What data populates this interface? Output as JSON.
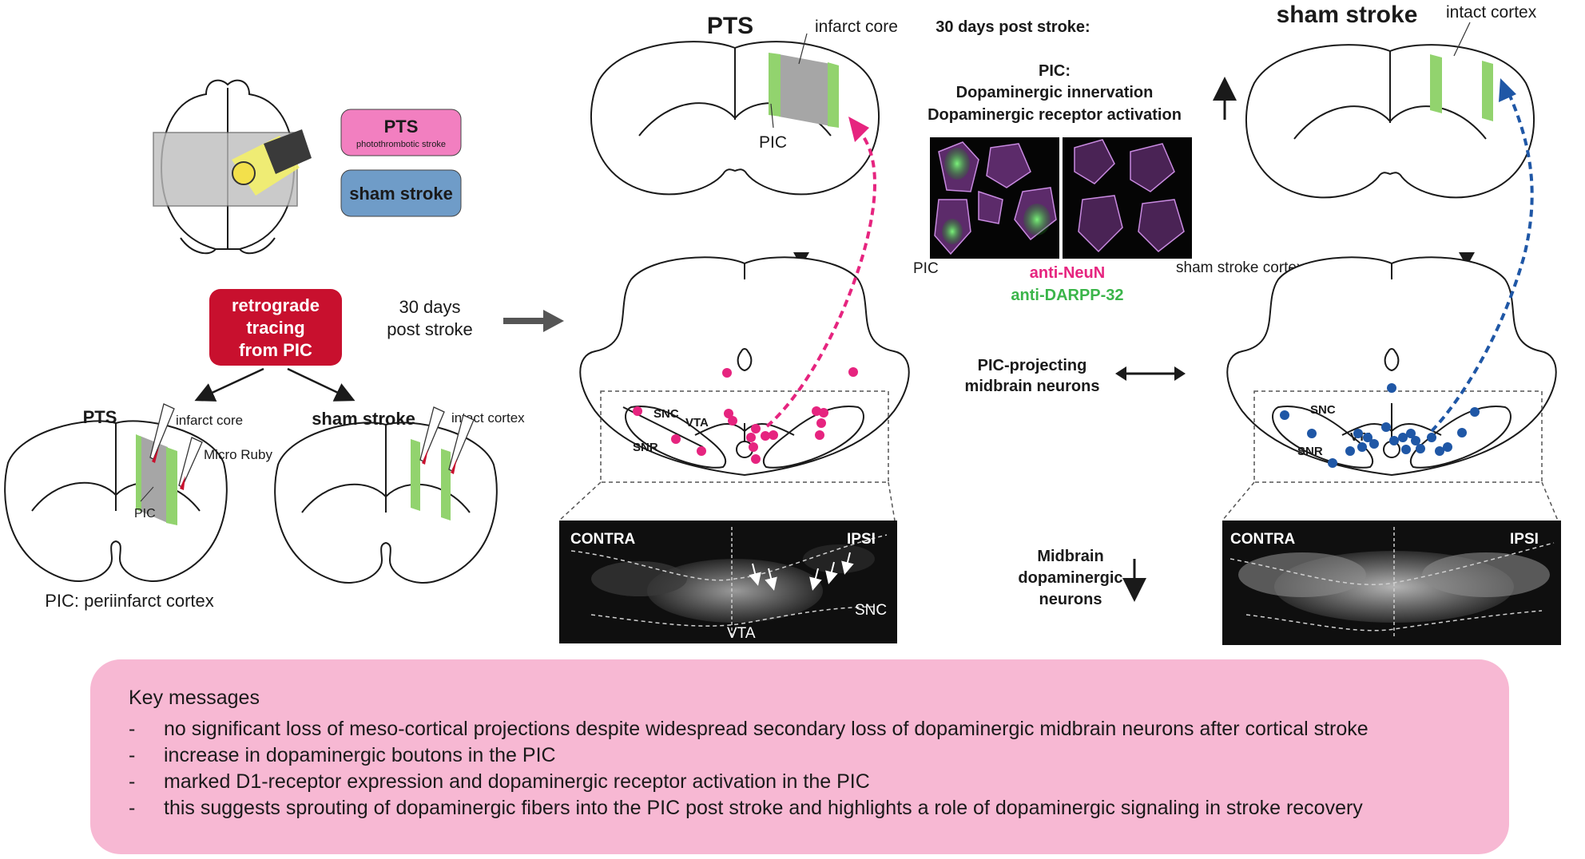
{
  "left_panel": {
    "pts_label": "PTS",
    "pts_sublabel": "photothrombotic stroke",
    "sham_label": "sham stroke",
    "retrograde_label": [
      "retrograde",
      "tracing",
      "from PIC"
    ],
    "days_label": [
      "30 days",
      "post stroke"
    ],
    "pts_small_title": "PTS",
    "sham_small_title": "sham stroke",
    "infarct_core_small": "infarct core",
    "micro_ruby": "Micro Ruby",
    "pic_small": "PIC",
    "intact_cortex_small": "intact cortex",
    "pic_definition": "PIC: periinfarct cortex"
  },
  "pts_panel": {
    "title": "PTS",
    "infarct_core": "infarct core",
    "pic": "PIC",
    "snc": "SNC",
    "vta": "VTA",
    "snr": "SNR",
    "micro_contra": "CONTRA",
    "micro_ipsi": "IPSI",
    "micro_vta": "VTA",
    "micro_snc": "SNC"
  },
  "center_panel": {
    "heading": "30 days post stroke:",
    "pic_heading": "PIC:",
    "innervation": "Dopaminergic innervation",
    "receptor": "Dopaminergic receptor activation",
    "img_left_label": "PIC",
    "img_right_label": "sham stroke cortex",
    "stain_neun": "anti-NeuN",
    "stain_darpp": "anti-DARPP-32",
    "projecting": [
      "PIC-projecting",
      "midbrain neurons"
    ],
    "midbrain_da": [
      "Midbrain",
      "dopaminergic",
      "neurons"
    ]
  },
  "sham_panel": {
    "title": "sham stroke",
    "intact_cortex": "intact cortex",
    "snc": "SNC",
    "vta": "VTA",
    "snr": "SNR",
    "micro_contra": "CONTRA",
    "micro_ipsi": "IPSI"
  },
  "key_messages": {
    "title": "Key messages",
    "items": [
      "no significant loss of meso-cortical projections despite widespread secondary loss of dopaminergic midbrain neurons after cortical stroke",
      "increase in dopaminergic boutons in the PIC",
      "marked D1-receptor expression and dopaminergic receptor activation in the PIC",
      "this suggests sprouting of dopaminergic fibers into the PIC post stroke and highlights a role of dopaminergic signaling in stroke recovery"
    ]
  },
  "colors": {
    "pts_pink": "#f27fc0",
    "sham_blue": "#6f9cc8",
    "retrograde_red": "#c8102e",
    "magenta_dots": "#e6247f",
    "blue_dots": "#1f57a6",
    "pic_green": "#92d36e",
    "infarct_gray": "#a6a6a6",
    "neun_text": "#e6247f",
    "darpp_text": "#3bb54a",
    "key_bg": "#f7b8d3"
  }
}
